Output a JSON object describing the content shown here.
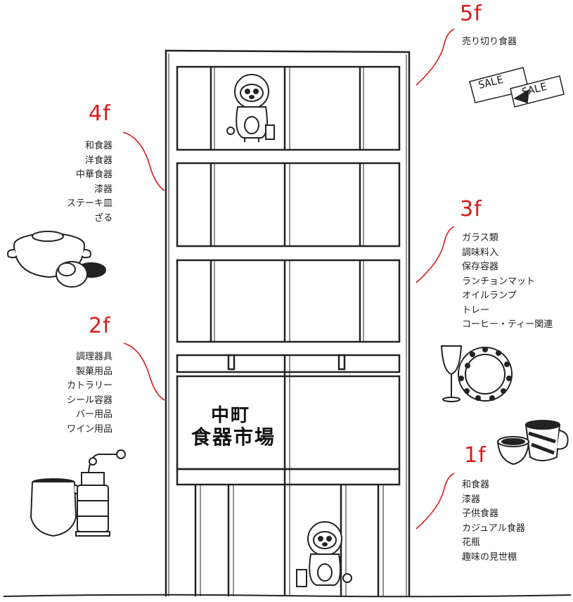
{
  "floors": [
    {
      "id": "5f",
      "label": "5f",
      "items": [
        "売り切り食器"
      ]
    },
    {
      "id": "4f",
      "label": "4f",
      "items": [
        "和食器",
        "洋食器",
        "中華食器",
        "漆器",
        "ステーキ皿",
        "ざる"
      ]
    },
    {
      "id": "3f",
      "label": "3f",
      "items": [
        "ガラス類",
        "調味料入",
        "保存容器",
        "ランチョンマット",
        "オイルランプ",
        "トレー",
        "コーヒー・ティー関連"
      ]
    },
    {
      "id": "2f",
      "label": "2f",
      "items": [
        "調理器具",
        "製菓用品",
        "カトラリー",
        "シール容器",
        "バー用品",
        "ワイン用品"
      ]
    },
    {
      "id": "1f",
      "label": "1f",
      "items": [
        "和食器",
        "漆器",
        "子供食器",
        "カジュアル食器",
        "花瓶",
        "趣味の見世棚"
      ]
    }
  ],
  "building_sign": {
    "line1": "中町",
    "line2": "食器市場"
  },
  "sale_tags": [
    "SALE",
    "SALE"
  ],
  "colors": {
    "accent": "#d81b1b",
    "ink": "#222222"
  }
}
